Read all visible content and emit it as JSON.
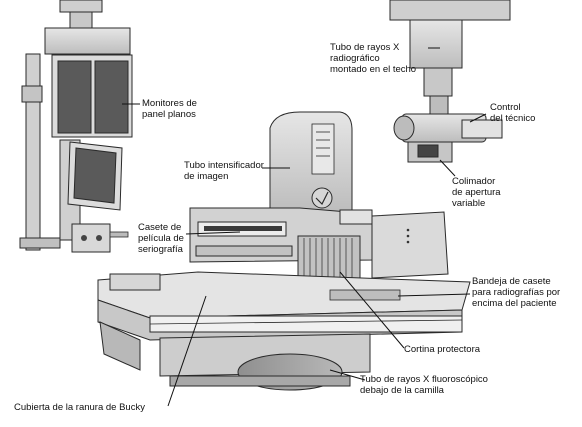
{
  "labels": {
    "monitores": "Monitores de\npanel planos",
    "tubo_techo": "Tubo de rayos X\nradiográfico\nmontado en el techo",
    "control": "Control\ndel técnico",
    "intensificador": "Tubo intensificador\nde imagen",
    "colimador": "Colimador\nde apertura\nvariable",
    "casete_seriografia": "Casete de\npelícula de\nseriografía",
    "bandeja": "Bandeja de casete\npara radiografías por\nencima del paciente",
    "cortina": "Cortina protectora",
    "tubo_fluoroscopico": "Tubo de rayos X fluoroscópico\ndebajo de la camilla",
    "bucky": "Cubierta de la ranura de Bucky"
  },
  "colors": {
    "background": "#ffffff",
    "equipment_fill": "#d4d4d4",
    "equipment_dark": "#9a9a9a",
    "outline": "#2a2a2a",
    "screen": "#555555",
    "curtain": "#bfbfbf",
    "leader": "#111111"
  }
}
